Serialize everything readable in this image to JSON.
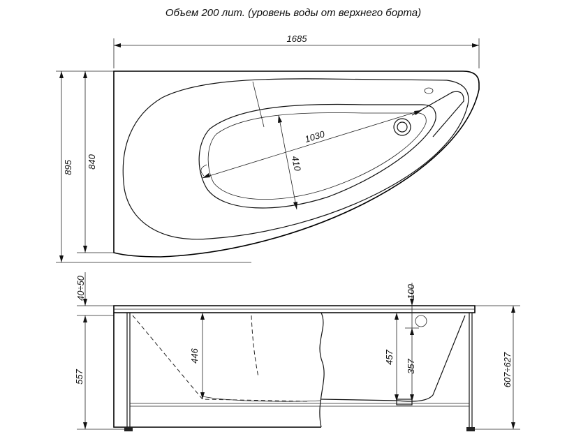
{
  "caption": "Объем 200 лит. (уровень воды от верхнего борта)",
  "plan_view": {
    "overall_length": "1685",
    "overall_width": "895",
    "width_at_wall": "840",
    "basin_length": "1030",
    "basin_width": "410"
  },
  "side_view": {
    "rim_thickness": "40÷50",
    "rim_to_water": "100",
    "height": "557",
    "depth_left": "446",
    "depth_right": "457",
    "water_depth": "357",
    "total_height_range": "607÷627"
  }
}
